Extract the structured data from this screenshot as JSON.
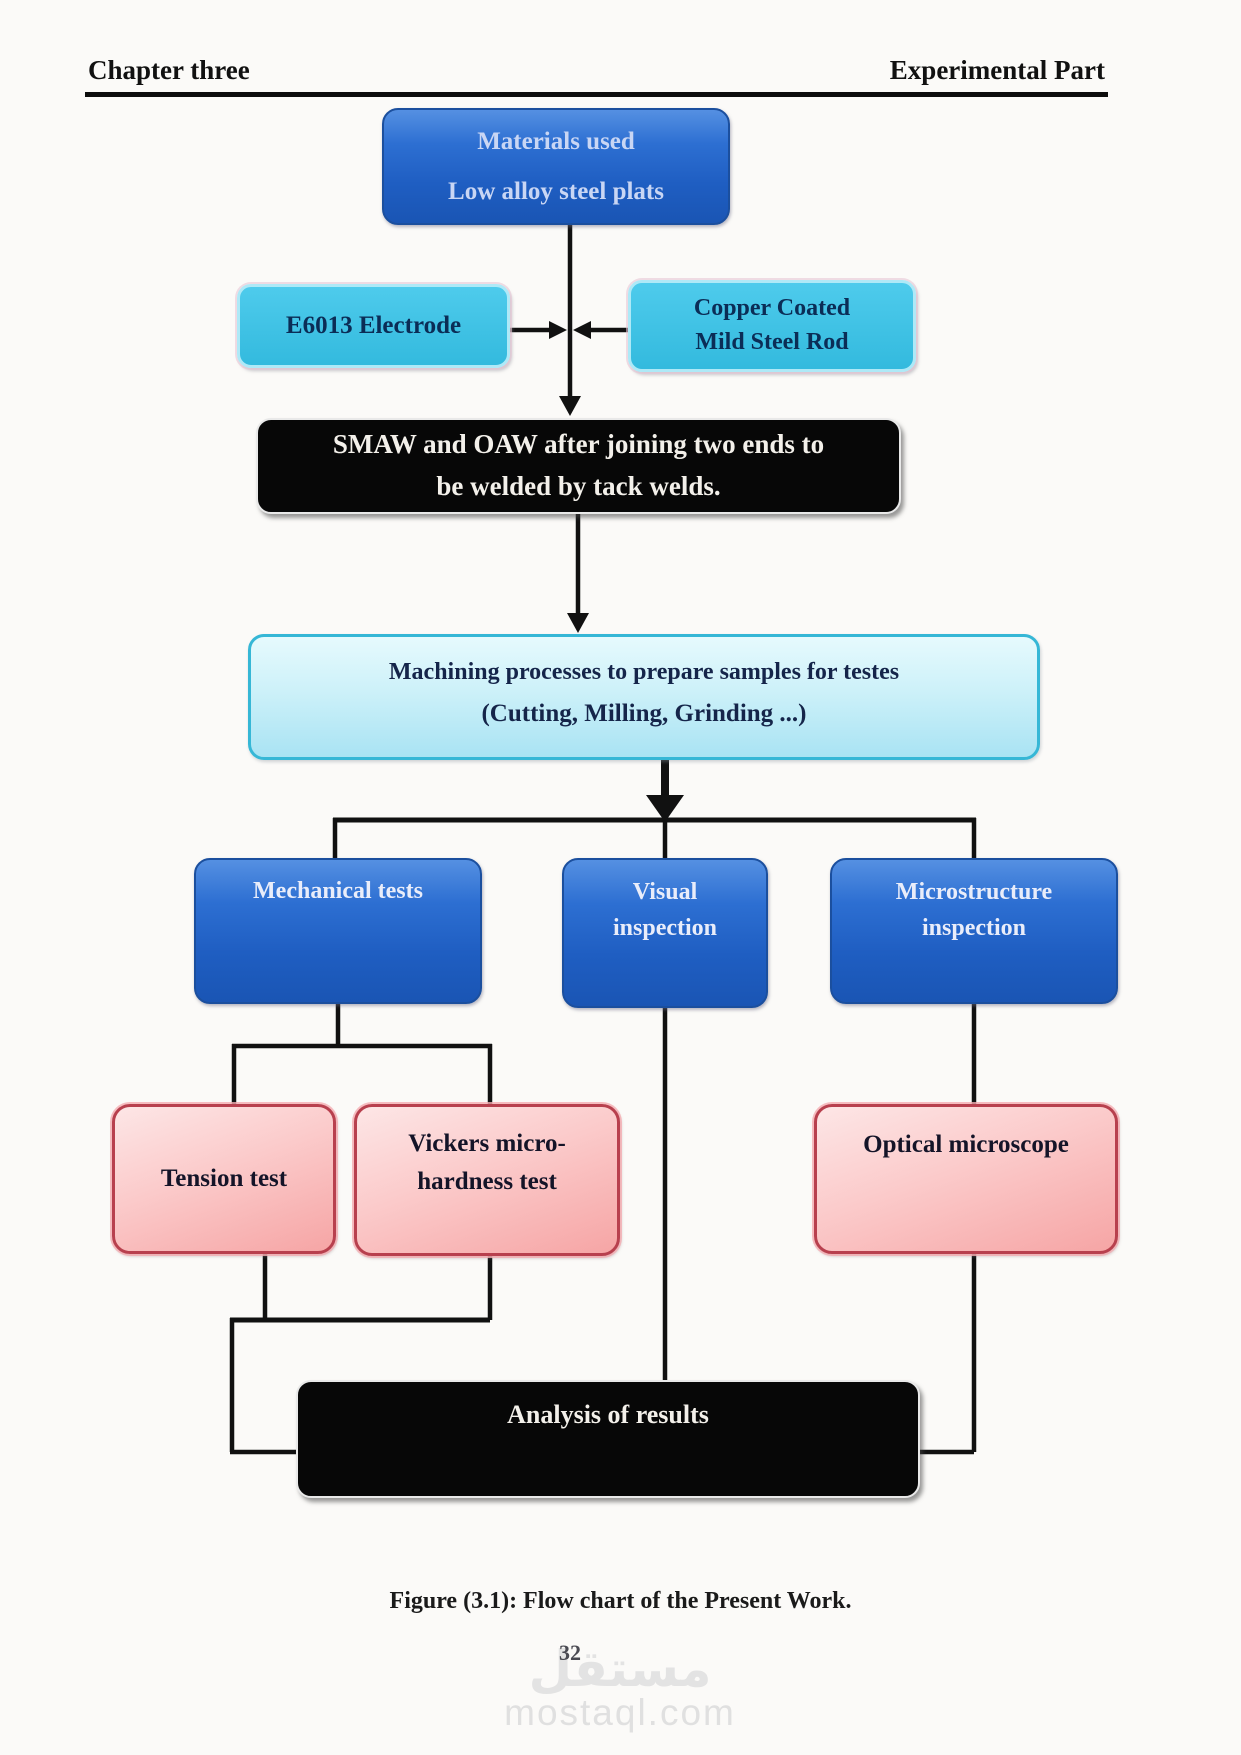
{
  "page": {
    "header_left": "Chapter three",
    "header_right": "Experimental Part",
    "caption": "Figure (3.1): Flow chart of the Present Work.",
    "page_number": "32",
    "watermark_logo": "مستقل",
    "watermark_domain": "mostaql.com"
  },
  "flowchart": {
    "materials": {
      "line1": "Materials used",
      "line2": "Low alloy steel plats"
    },
    "electrode": {
      "label": "E6013 Electrode"
    },
    "copper_rod": {
      "line1": "Copper Coated",
      "line2": "Mild Steel Rod"
    },
    "smaw": {
      "line1": "SMAW and OAW after joining two ends to",
      "line2": "be welded by tack welds."
    },
    "machining": {
      "line1": "Machining processes to prepare samples for testes",
      "line2": "(Cutting, Milling, Grinding ...)"
    },
    "mechanical_tests": {
      "label": "Mechanical tests"
    },
    "visual_inspection": {
      "line1": "Visual",
      "line2": "inspection"
    },
    "microstructure_inspection": {
      "line1": "Microstructure",
      "line2": "inspection"
    },
    "tension_test": {
      "label": "Tension test"
    },
    "vickers_test": {
      "line1": "Vickers micro-",
      "line2": "hardness test"
    },
    "optical_microscope": {
      "label": "Optical microscope"
    },
    "analysis": {
      "label": "Analysis of results"
    }
  },
  "colors": {
    "blue_box": "#2268cc",
    "cyan_box": "#3cc3e8",
    "light_cyan_box": "#c9eefa",
    "pink_box": "#f8bcbc",
    "pink_border": "#b8404e",
    "black_box": "#070707",
    "connector": "#111111",
    "materials_text": "#c9d6f4",
    "dark_navy_text": "#0b2d56"
  }
}
